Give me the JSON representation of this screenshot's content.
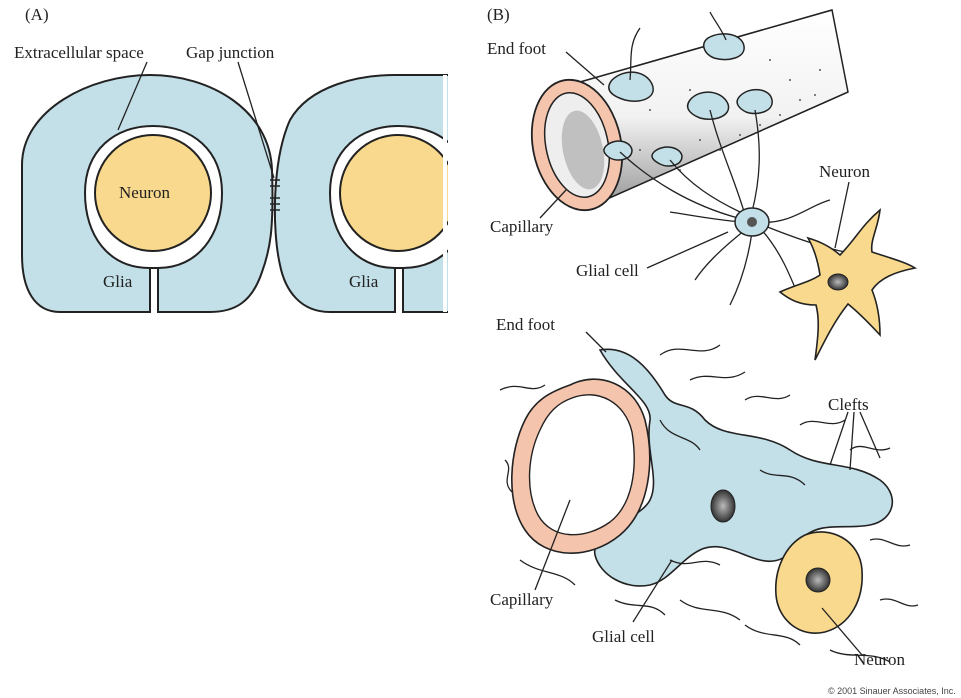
{
  "panel_a": {
    "letter": "(A)",
    "labels": {
      "extracellular_space": "Extracellular space",
      "gap_junction": "Gap junction",
      "neuron": "Neuron",
      "glia_left": "Glia",
      "glia_right": "Glia"
    }
  },
  "panel_b": {
    "letter": "(B)",
    "top": {
      "end_foot": "End foot",
      "capillary": "Capillary",
      "glial_cell": "Glial cell",
      "neuron": "Neuron"
    },
    "bottom": {
      "end_foot": "End foot",
      "clefts": "Clefts",
      "capillary": "Capillary",
      "glial_cell": "Glial cell",
      "neuron": "Neuron"
    }
  },
  "copyright": "© 2001 Sinauer Associates, Inc.",
  "colors": {
    "glia_fill": "#c3dfe8",
    "neuron_fill": "#f9d98d",
    "capillary_wall": "#f5c4ad",
    "outline": "#222222"
  }
}
